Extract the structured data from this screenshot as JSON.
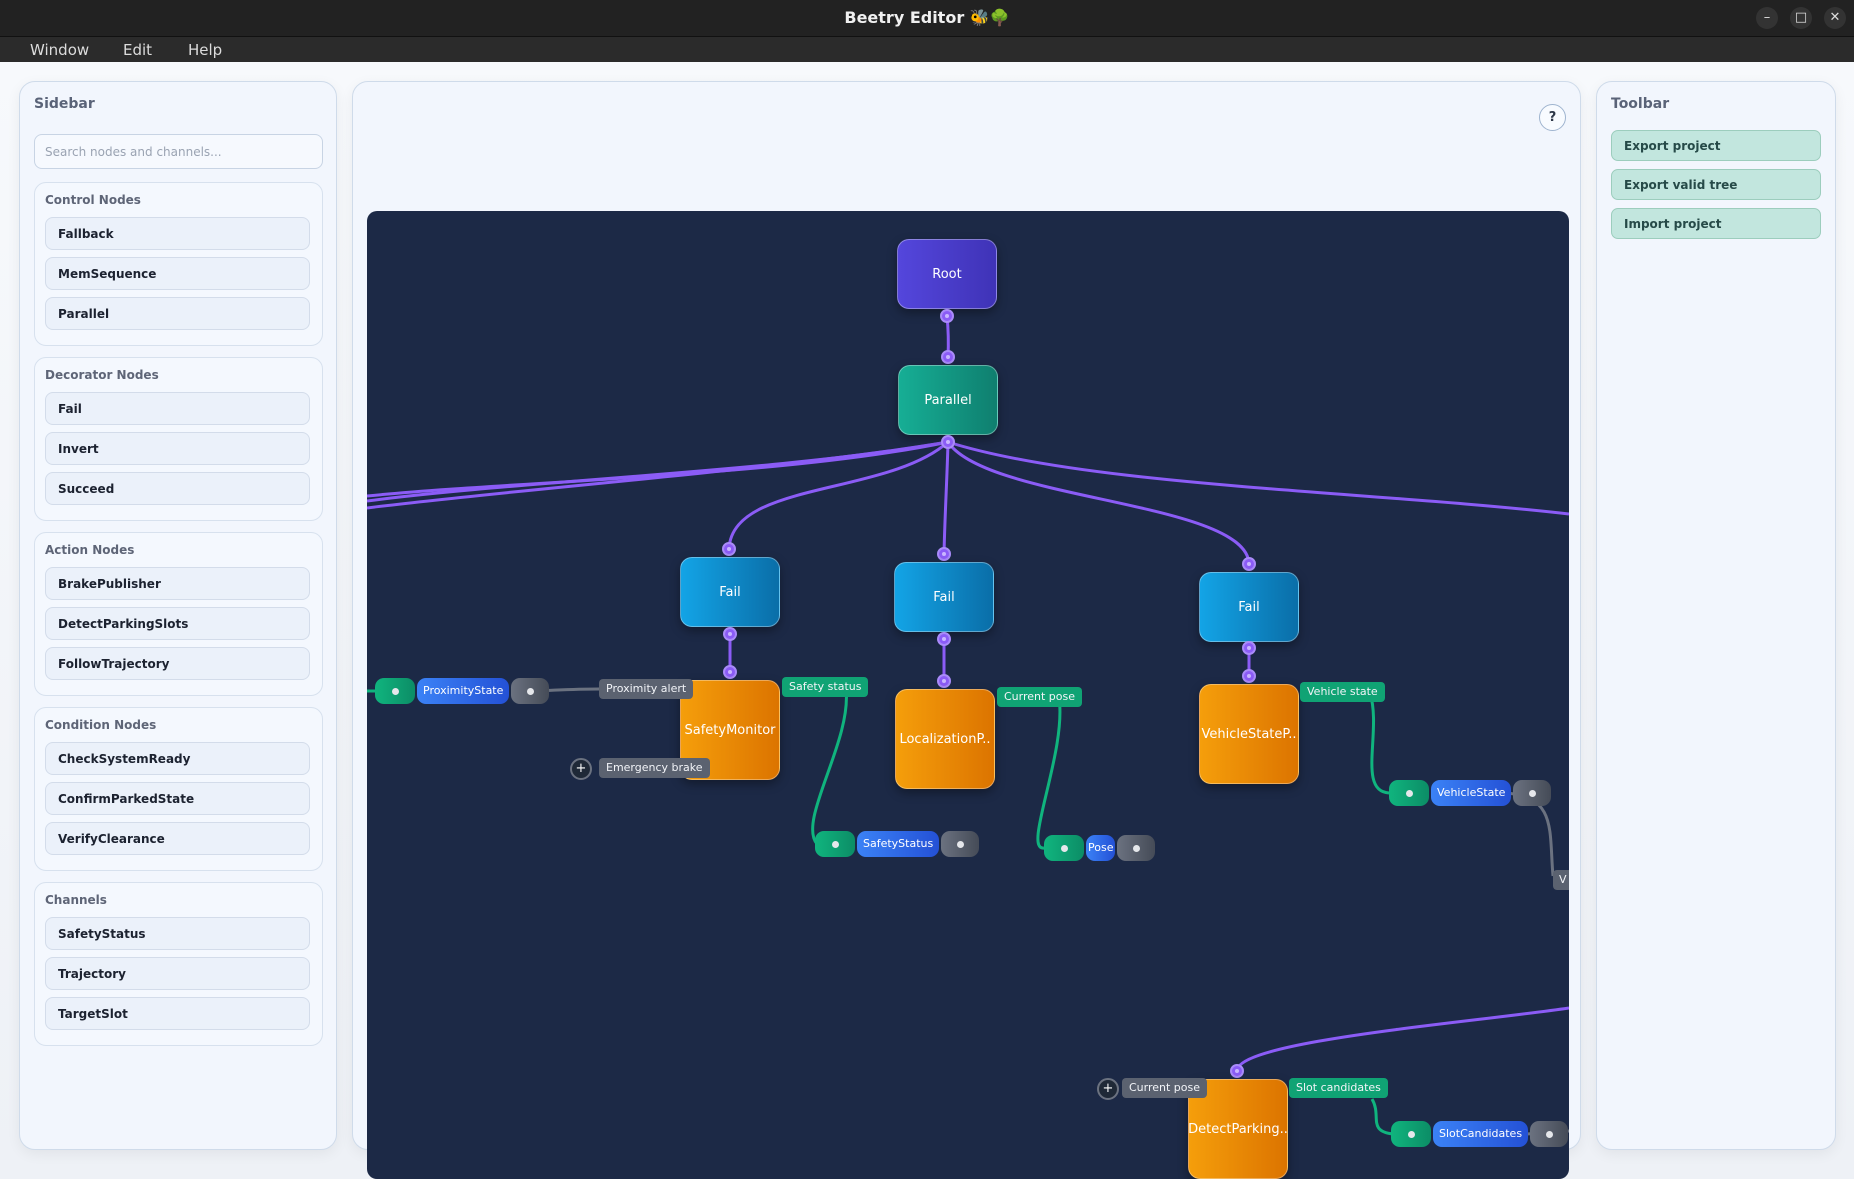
{
  "window": {
    "title": "Beetry Editor 🐝🌳",
    "controls": {
      "minimize": "–",
      "maximize": "□",
      "close": "✕"
    }
  },
  "menubar": {
    "items": [
      "Window",
      "Edit",
      "Help"
    ]
  },
  "sidebar": {
    "title": "Sidebar",
    "search_placeholder": "Search nodes and channels...",
    "groups": [
      {
        "title": "Control Nodes",
        "items": [
          "Fallback",
          "MemSequence",
          "Parallel"
        ]
      },
      {
        "title": "Decorator Nodes",
        "items": [
          "Fail",
          "Invert",
          "Succeed"
        ]
      },
      {
        "title": "Action Nodes",
        "items": [
          "BrakePublisher",
          "DetectParkingSlots",
          "FollowTrajectory"
        ]
      },
      {
        "title": "Condition Nodes",
        "items": [
          "CheckSystemReady",
          "ConfirmParkedState",
          "VerifyClearance"
        ]
      },
      {
        "title": "Channels",
        "items": [
          "SafetyStatus",
          "Trajectory",
          "TargetSlot"
        ]
      }
    ]
  },
  "editor": {
    "help_label": "?",
    "nodes": {
      "root": "Root",
      "parallel": "Parallel",
      "fail1": "Fail",
      "fail2": "Fail",
      "fail3": "Fail",
      "safety_monitor": "SafetyMonitor",
      "localization": "LocalizationP..",
      "vehicle_state": "VehicleStateP..",
      "detect_parking": "DetectParking.."
    },
    "ports": {
      "proximity_alert": "Proximity alert",
      "emergency_brake": "Emergency brake",
      "safety_status": "Safety status",
      "current_pose_out": "Current pose",
      "vehicle_state": "Vehicle state",
      "current_pose_in": "Current pose",
      "slot_candidates": "Slot candidates",
      "clipped_tag": "V"
    },
    "add_icon": "+",
    "channels": {
      "proximity": "ProximityState",
      "safety": "SafetyStatus",
      "pose": "Pose",
      "vehicle": "VehicleState",
      "slots": "SlotCandidates"
    }
  },
  "toolbar": {
    "title": "Toolbar",
    "buttons": [
      "Export project",
      "Export valid tree",
      "Import project"
    ]
  },
  "colors": {
    "canvas_bg": "#1c2946",
    "tree_edge": "#8b5cf6",
    "data_edge": "#10b47e",
    "channel_edge": "#6b7280"
  }
}
